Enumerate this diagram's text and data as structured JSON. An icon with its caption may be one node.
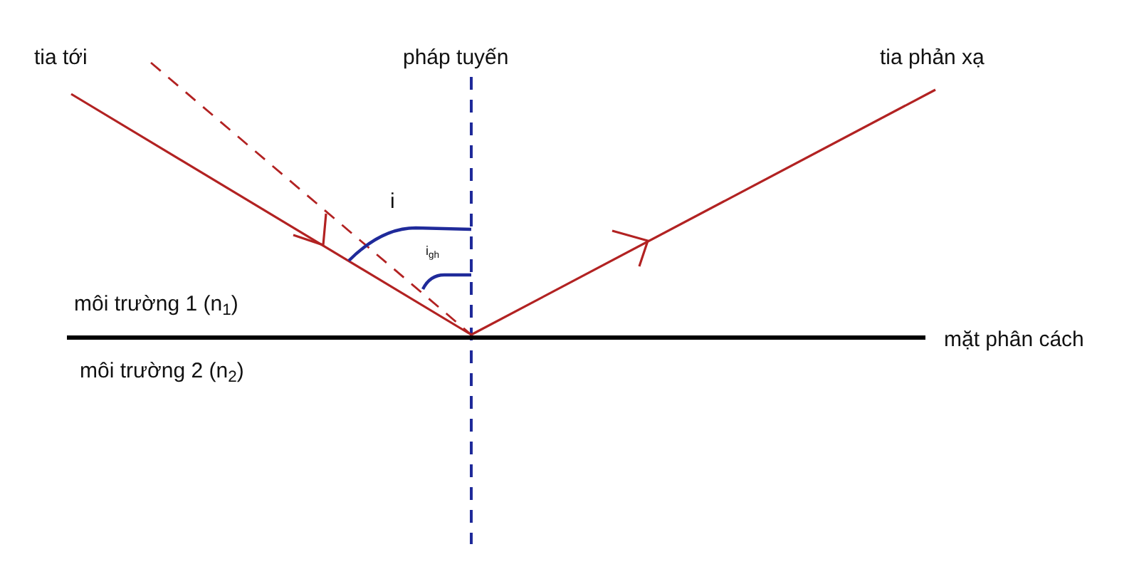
{
  "diagram": {
    "labels": [
      "tia tới",
      "pháp tuyến",
      "tia phản xạ",
      "i",
      "i$_{gh}$",
      "môi trường 1 (n$_{1}$)",
      "mặt phân cách",
      "môi trường 2 (n$_{2}$)"
    ]
  }
}
